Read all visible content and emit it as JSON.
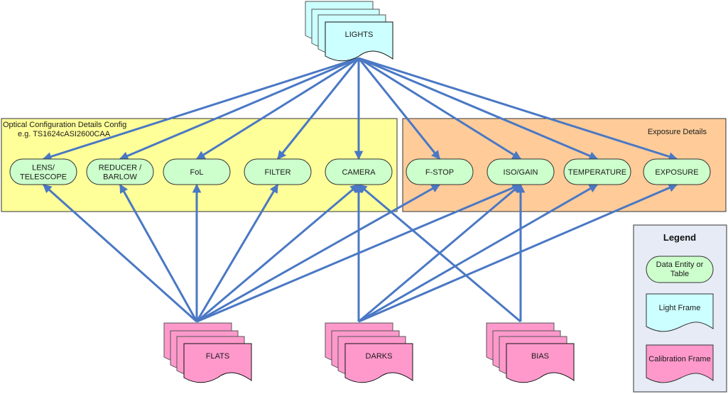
{
  "colors": {
    "line": "#4a78c4",
    "optical_group_fill": "#ffff99",
    "exposure_group_fill": "#ffcc99",
    "entity_fill": "#ccffcc",
    "light_fill": "#ccffff",
    "calibration_fill": "#ff99cc",
    "legend_fill": "#e6ebf5"
  },
  "groups": {
    "optical": {
      "title": "Optical Configuration Details Config",
      "subtitle": "e.g. TS1624cASI2600CAA"
    },
    "exposure": {
      "title": "Exposure Details"
    }
  },
  "entities": [
    {
      "id": "lens",
      "lines": [
        "LENS/",
        "TELESCOPE"
      ]
    },
    {
      "id": "reducer",
      "lines": [
        "REDUCER /",
        "BARLOW"
      ]
    },
    {
      "id": "fol",
      "lines": [
        "FoL"
      ]
    },
    {
      "id": "filter",
      "lines": [
        "FILTER"
      ]
    },
    {
      "id": "camera",
      "lines": [
        "CAMERA"
      ]
    },
    {
      "id": "fstop",
      "lines": [
        "F-STOP"
      ]
    },
    {
      "id": "isogain",
      "lines": [
        "ISO/GAIN"
      ]
    },
    {
      "id": "temperature",
      "lines": [
        "TEMPERATURE"
      ]
    },
    {
      "id": "exposure",
      "lines": [
        "EXPOSURE"
      ]
    }
  ],
  "frames": {
    "lights": {
      "label": "LIGHTS",
      "kind": "light"
    },
    "flats": {
      "label": "FLATS",
      "kind": "calibration"
    },
    "darks": {
      "label": "DARKS",
      "kind": "calibration"
    },
    "bias": {
      "label": "BIAS",
      "kind": "calibration"
    }
  },
  "edges": [
    {
      "from": "lights",
      "to": "lens"
    },
    {
      "from": "lights",
      "to": "reducer"
    },
    {
      "from": "lights",
      "to": "fol"
    },
    {
      "from": "lights",
      "to": "filter"
    },
    {
      "from": "lights",
      "to": "camera"
    },
    {
      "from": "lights",
      "to": "fstop"
    },
    {
      "from": "lights",
      "to": "isogain"
    },
    {
      "from": "lights",
      "to": "temperature"
    },
    {
      "from": "lights",
      "to": "exposure"
    },
    {
      "from": "flats",
      "to": "lens"
    },
    {
      "from": "flats",
      "to": "reducer"
    },
    {
      "from": "flats",
      "to": "fol"
    },
    {
      "from": "flats",
      "to": "filter"
    },
    {
      "from": "flats",
      "to": "camera"
    },
    {
      "from": "flats",
      "to": "fstop"
    },
    {
      "from": "flats",
      "to": "isogain"
    },
    {
      "from": "darks",
      "to": "camera"
    },
    {
      "from": "darks",
      "to": "isogain"
    },
    {
      "from": "darks",
      "to": "temperature"
    },
    {
      "from": "darks",
      "to": "exposure"
    },
    {
      "from": "bias",
      "to": "camera"
    },
    {
      "from": "bias",
      "to": "isogain"
    }
  ],
  "legend": {
    "title": "Legend",
    "entity_lines": [
      "Data Entity or",
      "Table"
    ],
    "light_label": "Light Frame",
    "calibration_label": "Calibration Frame"
  }
}
